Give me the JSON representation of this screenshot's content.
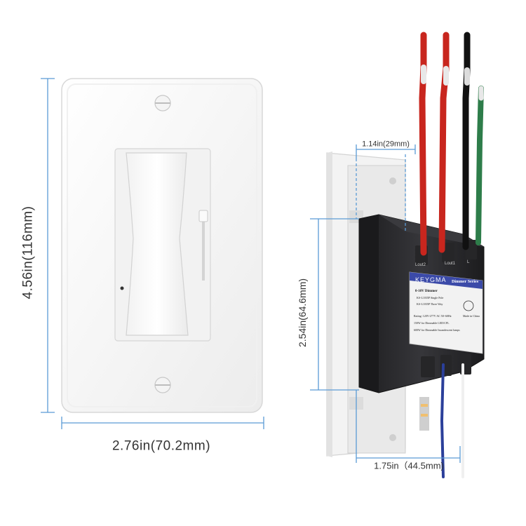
{
  "dimensions": {
    "plate_height": "4.56in(116mm)",
    "plate_width": "2.76in(70.2mm)",
    "body_depth": "1.14in(29mm)",
    "body_height": "2.54in(64.6mm)",
    "body_width": "1.75in（44.5mm)"
  },
  "product_label": {
    "brand": "KEYGMA",
    "series": "Dimmer Series",
    "title": "0-10V Dimmer",
    "lines": [
      "KS-L1035P Single Pole",
      "KS-L1035P Three Way",
      "Rating: 120V-277V AC 50~60Hz",
      "150W for Dimmable LED/CFL",
      "600W for Dimmable Incandescent lamps"
    ],
    "origin": "Made in China"
  },
  "terminals": [
    "Lout2",
    "Lout1",
    "L"
  ],
  "colors": {
    "dimension_line": "#5b9bd5",
    "plate": "#f7f7f7",
    "body": "#2a2a2c",
    "sticker": "#3b4aa8",
    "wire_red": "#c8261e",
    "wire_black": "#111111",
    "wire_green": "#2e7d4a",
    "wire_blue": "#2b3f9a"
  }
}
